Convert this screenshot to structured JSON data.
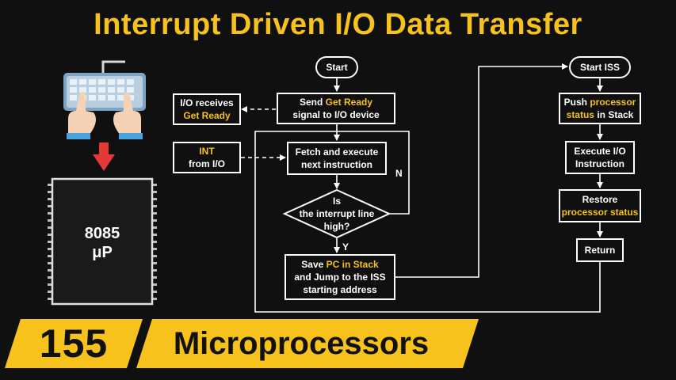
{
  "title": {
    "part1": "Interrupt Driven I/O Data Transfer",
    "color": "#f6c21b"
  },
  "chip": {
    "line1": "8085",
    "line2": "μP"
  },
  "flow": {
    "start": "Start",
    "send_line1_pre": "Send ",
    "send_line1_hl": "Get Ready",
    "send_line2": "signal to I/O device",
    "io_receives_line1": "I/O receives",
    "io_receives_line2_hl": "Get Ready",
    "int_line1_hl": "INT",
    "int_line2": "from I/O",
    "fetch_line1": "Fetch and execute",
    "fetch_line2": "next instruction",
    "decision_line1": "Is",
    "decision_line2": "the interrupt line",
    "decision_line3": "high?",
    "label_no": "N",
    "label_yes": "Y",
    "save_line1_pre": "Save ",
    "save_line1_hl": "PC in Stack",
    "save_line2": "and Jump to the ISS",
    "save_line3": "starting address"
  },
  "iss": {
    "start": "Start ISS",
    "push_line1_pre": "Push ",
    "push_line1_hl": "processor",
    "push_line2_hl": "status",
    "push_line2_post": " in Stack",
    "exec_line1": "Execute I/O",
    "exec_line2": "Instruction",
    "restore_line1": "Restore",
    "restore_line2_hl": "processor status",
    "return": "Return"
  },
  "banner": {
    "number": "155",
    "text": "Microprocessors",
    "color": "#f6c21b"
  },
  "icons": [
    "keyboard-icon",
    "hands-icon",
    "down-arrow-icon",
    "chip-icon"
  ]
}
